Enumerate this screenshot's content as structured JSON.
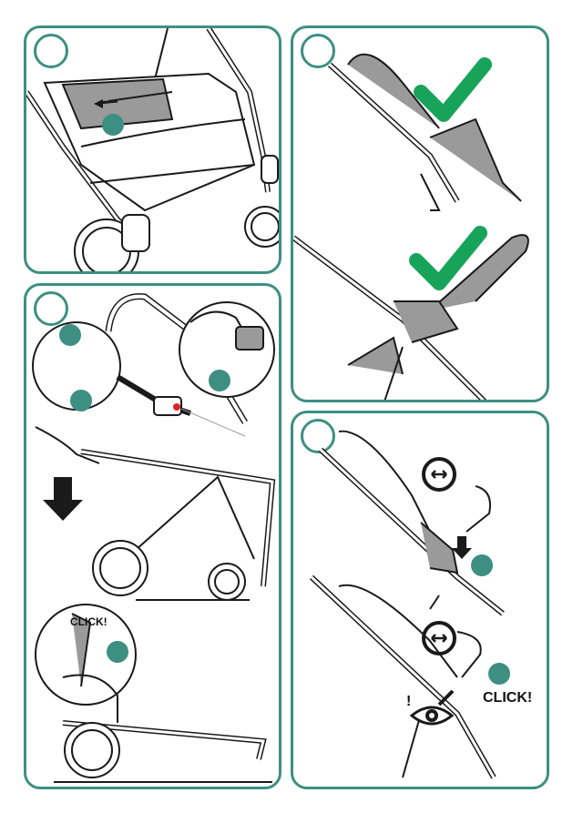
{
  "panels": [
    {
      "id": "step-1"
    },
    {
      "id": "step-2"
    },
    {
      "id": "step-3"
    },
    {
      "id": "step-4"
    }
  ],
  "labels": {
    "click_1": "CLICK!",
    "click_2": "CLICK!",
    "warning_mark": "!"
  },
  "colors": {
    "accent": "#3d8f82",
    "check": "#17a45a",
    "red_button": "#d62828",
    "line": "#1a1a1a",
    "fill_grey": "#9a9a9a"
  },
  "icons": [
    "checkmark-icon",
    "checkmark-icon",
    "rotate-icon",
    "rotate-icon",
    "eye-icon",
    "arrow-down-icon"
  ]
}
